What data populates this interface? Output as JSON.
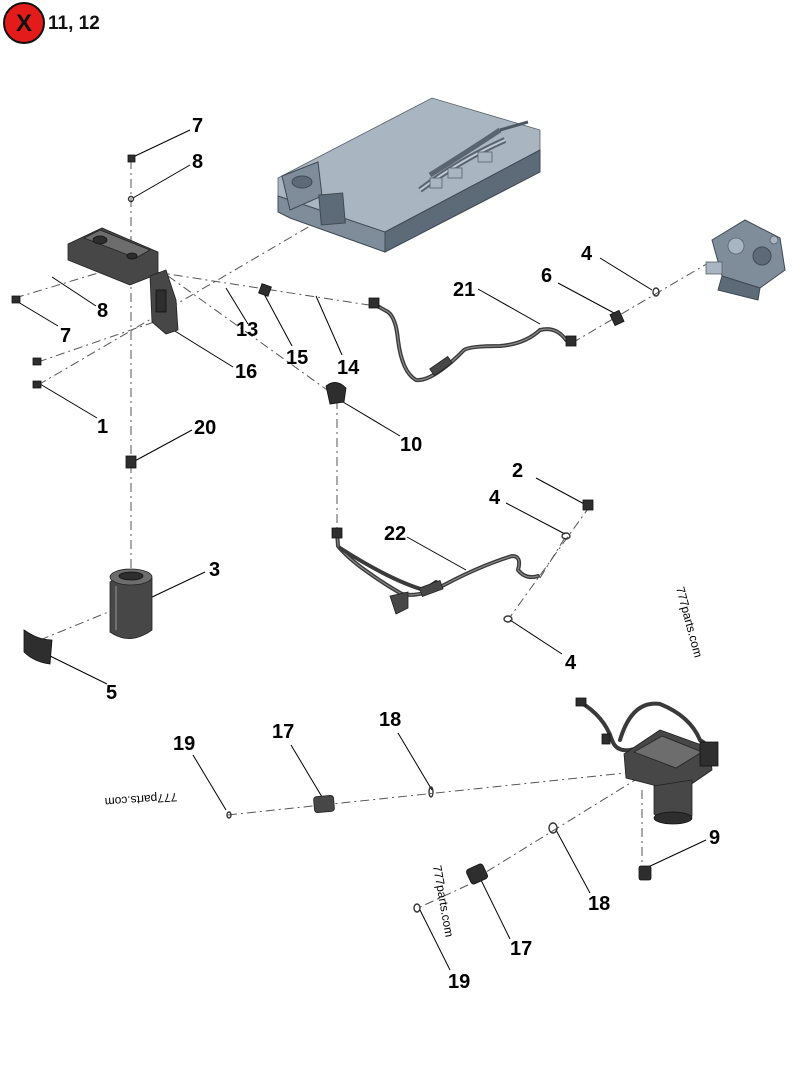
{
  "header": {
    "not_shown_marker": "X",
    "not_shown_items": "11, 12"
  },
  "callouts": [
    {
      "id": "c7a",
      "label": "7"
    },
    {
      "id": "c8a",
      "label": "8"
    },
    {
      "id": "c8b",
      "label": "8"
    },
    {
      "id": "c7b",
      "label": "7"
    },
    {
      "id": "c13",
      "label": "13"
    },
    {
      "id": "c15",
      "label": "15"
    },
    {
      "id": "c14",
      "label": "14"
    },
    {
      "id": "c16",
      "label": "16"
    },
    {
      "id": "c1",
      "label": "1"
    },
    {
      "id": "c20",
      "label": "20"
    },
    {
      "id": "c10",
      "label": "10"
    },
    {
      "id": "c21",
      "label": "21"
    },
    {
      "id": "c6",
      "label": "6"
    },
    {
      "id": "c4a",
      "label": "4"
    },
    {
      "id": "c2",
      "label": "2"
    },
    {
      "id": "c4b",
      "label": "4"
    },
    {
      "id": "c22",
      "label": "22"
    },
    {
      "id": "c4c",
      "label": "4"
    },
    {
      "id": "c3",
      "label": "3"
    },
    {
      "id": "c5",
      "label": "5"
    },
    {
      "id": "c19a",
      "label": "19"
    },
    {
      "id": "c17a",
      "label": "17"
    },
    {
      "id": "c18a",
      "label": "18"
    },
    {
      "id": "c9",
      "label": "9"
    },
    {
      "id": "c18b",
      "label": "18"
    },
    {
      "id": "c17b",
      "label": "17"
    },
    {
      "id": "c19b",
      "label": "19"
    }
  ],
  "watermarks": [
    "777parts.com",
    "777parts.com",
    "777parts.com"
  ],
  "colors": {
    "marker_fill": "#e31b1b",
    "part_gray": "#474747",
    "module_blue_gray": "#7f8c9a"
  }
}
